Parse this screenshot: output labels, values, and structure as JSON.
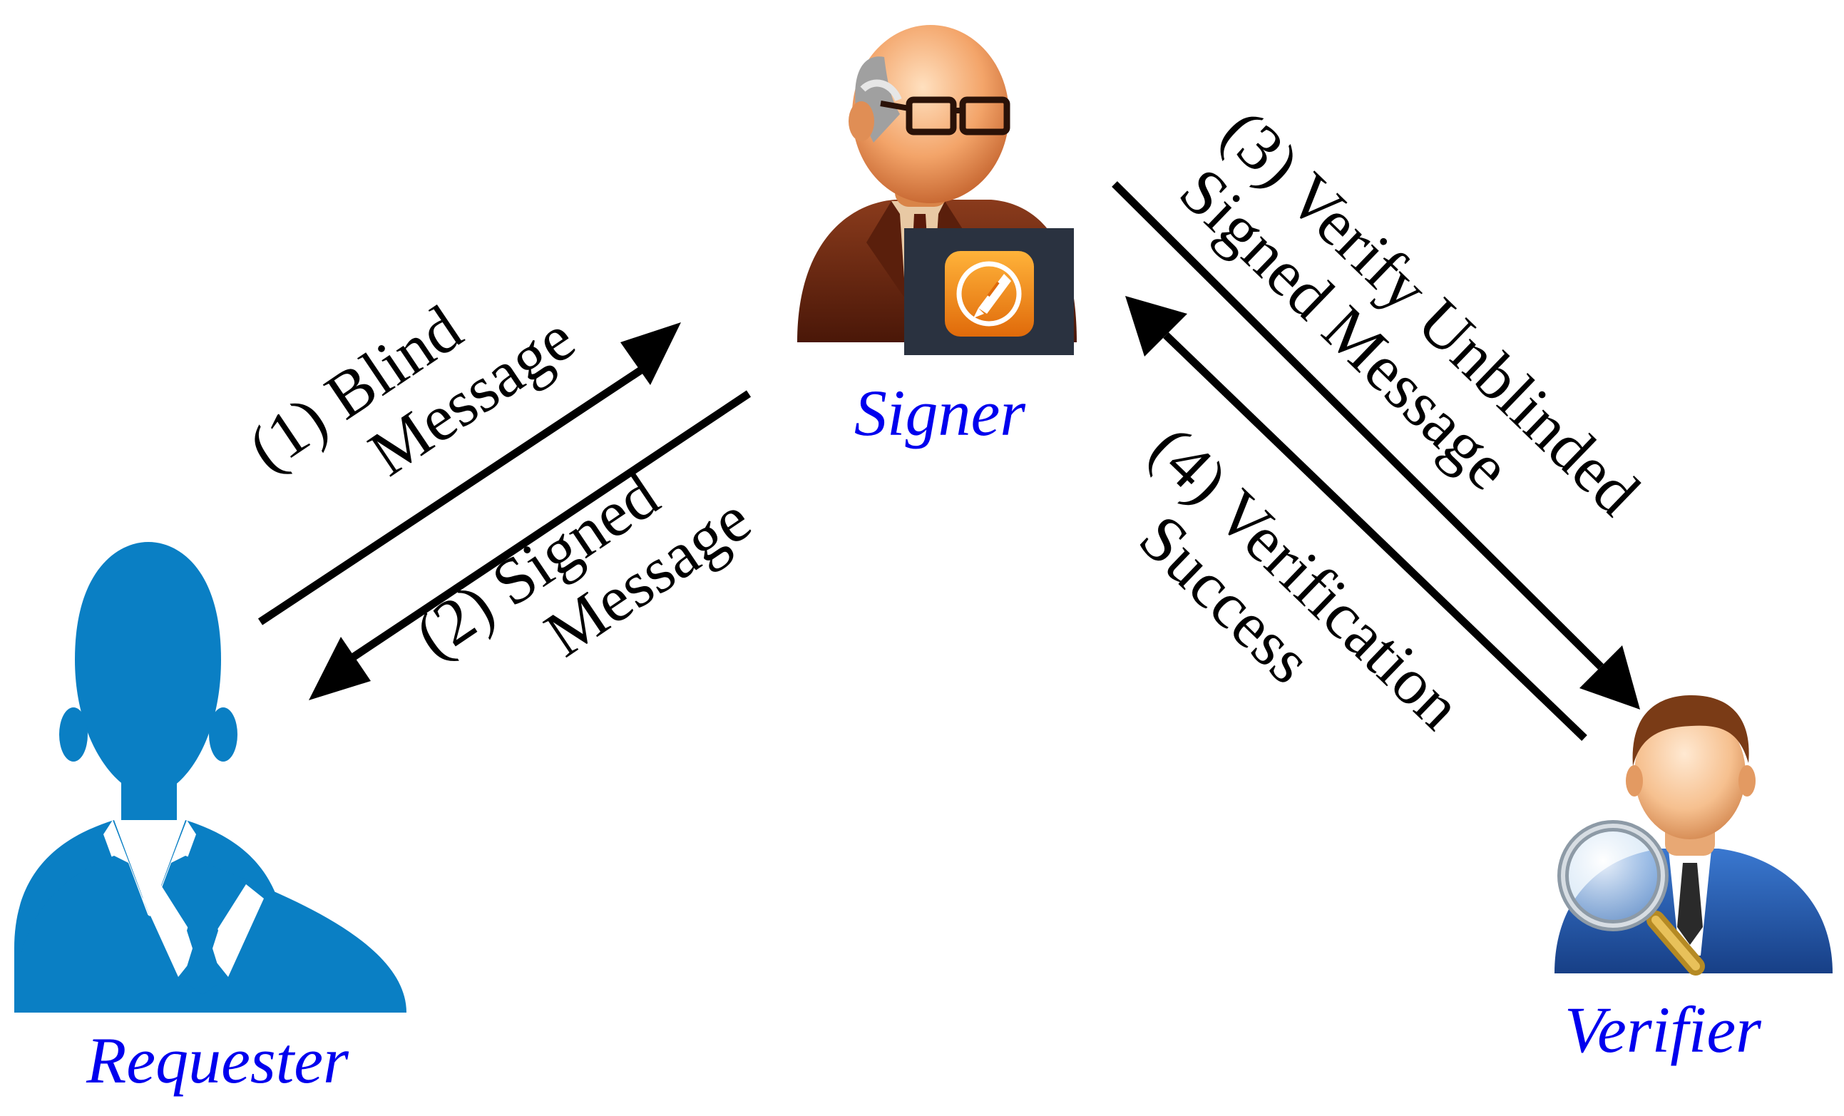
{
  "roles": {
    "signer": "Signer",
    "requester": "Requester",
    "verifier": "Verifier"
  },
  "steps": {
    "step1": {
      "line1": "(1) Blind",
      "line2": "Message"
    },
    "step2": {
      "line1": "(2) Signed",
      "line2": "Message"
    },
    "step3": {
      "line1": "(3) Verify Unblinded",
      "line2": "Signed Message"
    },
    "step4": {
      "line1": "(4) Verification",
      "line2": "Success"
    }
  },
  "icons": {
    "signer": "signer-person-icon",
    "pen": "fountain-pen-icon",
    "requester": "requester-person-icon",
    "verifier": "verifier-person-icon",
    "magnifier": "magnifying-glass-icon"
  },
  "colors": {
    "role_label": "#0000ee",
    "requester": "#0a7fc4",
    "arrow": "#000000",
    "pen_badge_bg": "#2a3240",
    "pen_badge_icon": "#f08a12",
    "signer_jacket": "#6e2a12",
    "verifier_suit": "#1f56a8"
  }
}
